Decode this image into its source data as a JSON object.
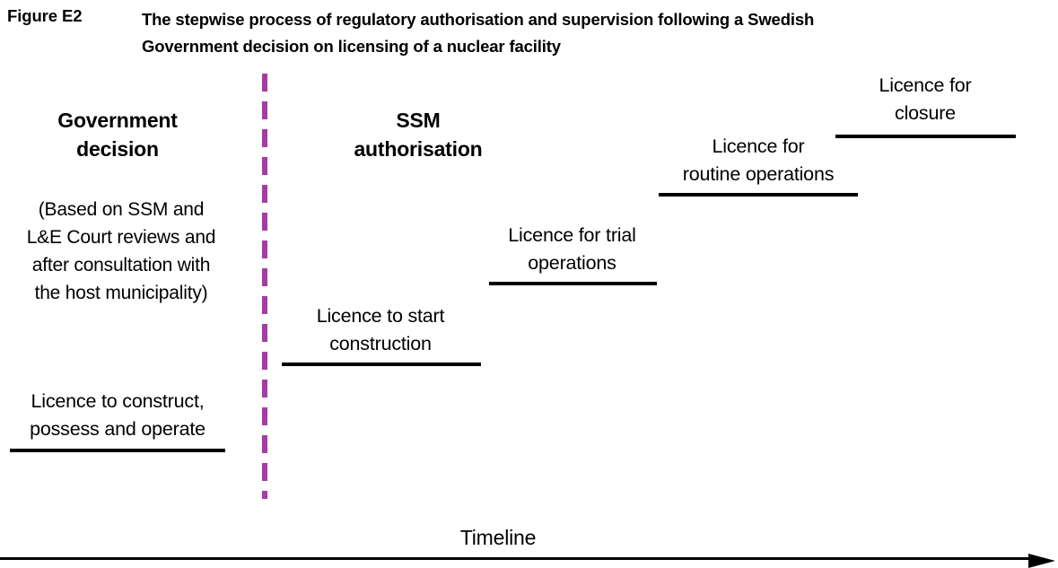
{
  "figure": {
    "label": "Figure E2",
    "caption_line1": "The stepwise process of regulatory authorisation and supervision following a Swedish",
    "caption_line2": "Government decision on licensing of a nuclear facility"
  },
  "colors": {
    "divider": "#A53CA5",
    "rule": "#000000",
    "text": "#000000",
    "background": "#FFFFFF"
  },
  "columns": {
    "government": {
      "heading_line1": "Government",
      "heading_line2": "decision",
      "note_line1": "(Based on SSM and",
      "note_line2": "L&E Court reviews and",
      "note_line3": "after consultation with",
      "note_line4": "the host municipality)"
    },
    "ssm": {
      "heading_line1": "SSM",
      "heading_line2": "authorisation"
    }
  },
  "steps": [
    {
      "id": "construct-possess-operate",
      "line1": "Licence to construct,",
      "line2": "possess and operate"
    },
    {
      "id": "start-construction",
      "line1": "Licence to start",
      "line2": "construction"
    },
    {
      "id": "trial-operations",
      "line1": "Licence for trial",
      "line2": "operations"
    },
    {
      "id": "routine-operations",
      "line1": "Licence for",
      "line2": "routine operations"
    },
    {
      "id": "closure",
      "line1": "Licence for",
      "line2": "closure"
    }
  ],
  "timeline": {
    "label": "Timeline"
  }
}
